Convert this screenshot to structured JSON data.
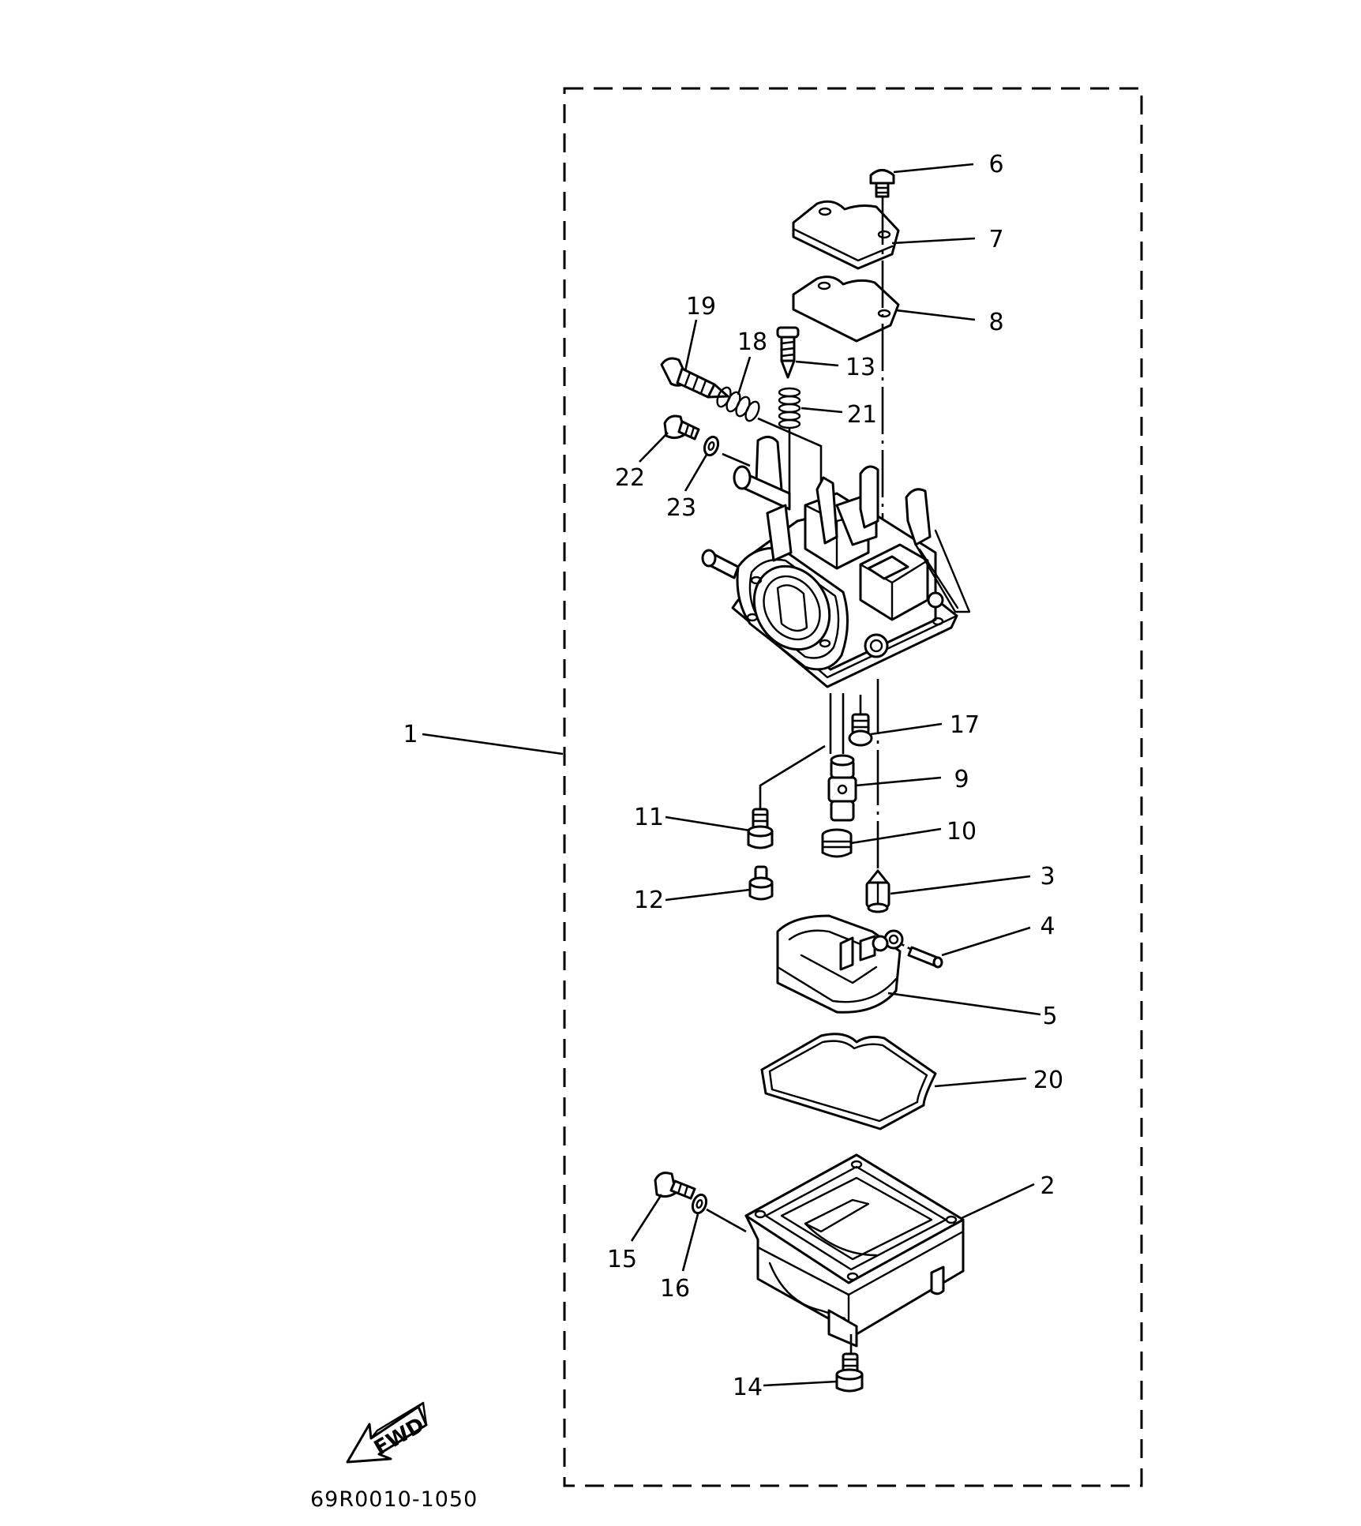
{
  "diagram": {
    "code": "69R0010-1050",
    "fwd_label": "FWD",
    "callouts": [
      "1",
      "2",
      "3",
      "4",
      "5",
      "6",
      "7",
      "8",
      "9",
      "10",
      "11",
      "12",
      "13",
      "14",
      "15",
      "16",
      "17",
      "18",
      "19",
      "20",
      "21",
      "22",
      "23"
    ]
  }
}
